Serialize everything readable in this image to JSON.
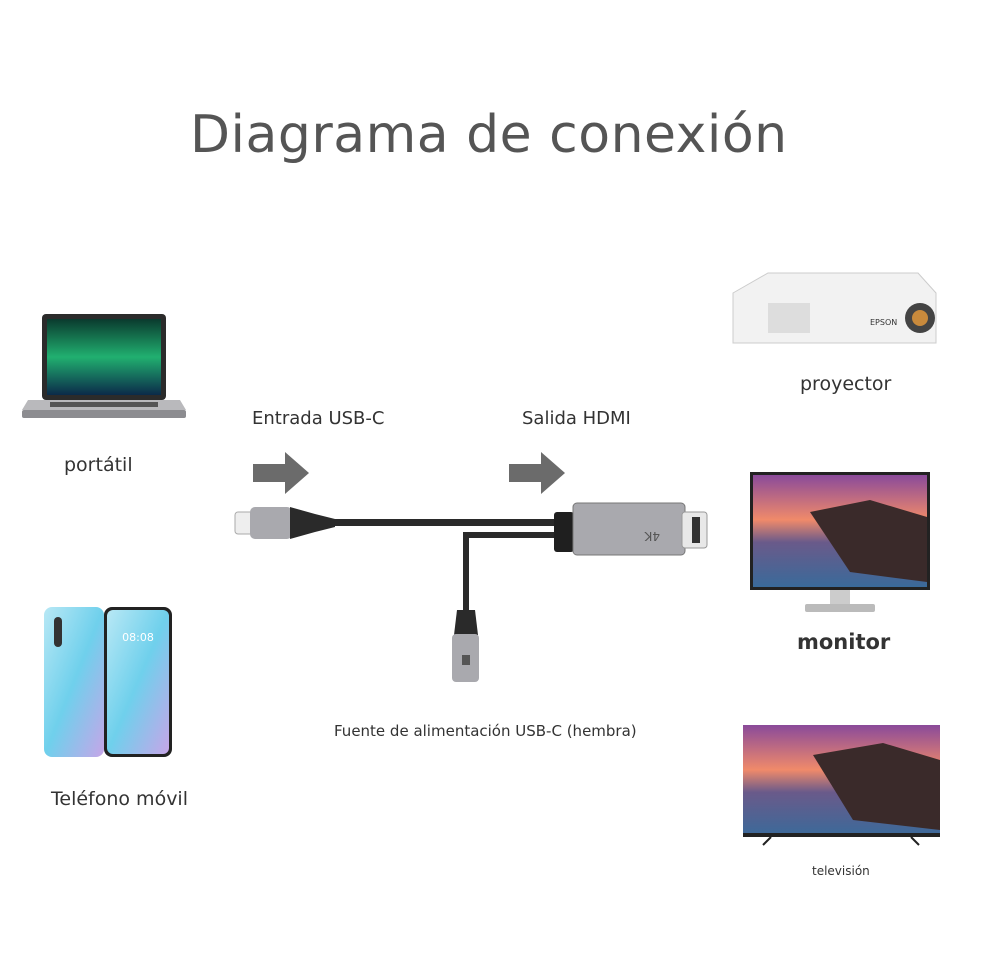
{
  "title": "Diagrama de conexión",
  "labels": {
    "laptop": "portátil",
    "phone": "Teléfono móvil",
    "input": "Entrada USB-C",
    "output": "Salida HDMI",
    "power": "Fuente de alimentación USB-C (hembra)",
    "projector": "proyector",
    "monitor": "monitor",
    "tv": "televisión"
  },
  "device_text": {
    "phone_clock": "08:08",
    "projector_brand": "EPSON",
    "adapter_badge": "4K"
  },
  "colors": {
    "arrow": "#6b6b6b",
    "cable": "#2a2a2a",
    "connector": "#a9a9ae"
  }
}
